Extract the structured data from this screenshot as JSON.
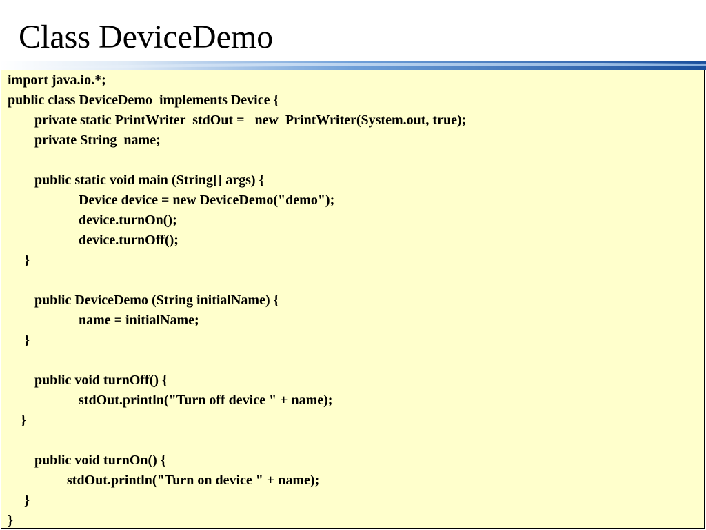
{
  "slide": {
    "title": "Class DeviceDemo",
    "colors": {
      "code_background": "#ffffcc",
      "band_dark_blue": "#1a4f9c",
      "band_light_blue": "#9fc3ea"
    }
  },
  "code": {
    "lines": [
      "import java.io.*;",
      "public class DeviceDemo  implements Device {",
      "private static PrintWriter  stdOut =   new  PrintWriter(System.out, true);",
      "private String  name;",
      "",
      "public static void main (String[] args) {",
      "Device device = new DeviceDemo(\"demo\");",
      "device.turnOn();",
      "device.turnOff();",
      "}",
      "",
      "public DeviceDemo (String initialName) {",
      "name = initialName;",
      "}",
      "",
      "public void turnOff() {",
      "stdOut.println(\"Turn off device \" + name);",
      "}",
      "",
      "public void turnOn() {",
      "stdOut.println(\"Turn on device \" + name);",
      "}",
      "}"
    ]
  }
}
